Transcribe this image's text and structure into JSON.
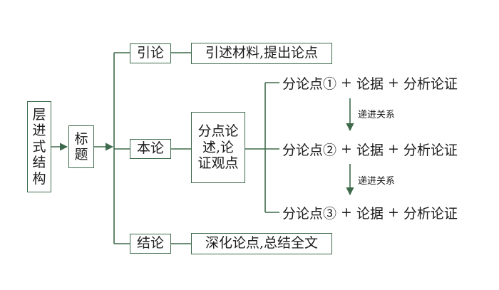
{
  "root": {
    "label_chars": [
      "层",
      "进",
      "式",
      "结",
      "构"
    ]
  },
  "title_box": {
    "label_chars": [
      "标",
      "题"
    ]
  },
  "sections": [
    {
      "name": "引论",
      "desc": "引述材料,提出论点"
    },
    {
      "name": "本论",
      "desc_lines": [
        "分点论",
        "述,论",
        "证观点"
      ]
    },
    {
      "name": "结论",
      "desc": "深化论点,总结全文"
    }
  ],
  "points": [
    {
      "label": "分论点①",
      "plus1": "+",
      "evidence": "论据",
      "plus2": "+",
      "analysis": "分析论证"
    },
    {
      "label": "分论点②",
      "plus1": "+",
      "evidence": "论据",
      "plus2": "+",
      "analysis": "分析论证"
    },
    {
      "label": "分论点③",
      "plus1": "+",
      "evidence": "论据",
      "plus2": "+",
      "analysis": "分析论证"
    }
  ],
  "relations": [
    "递进关系",
    "递进关系"
  ],
  "colors": {
    "line": "#3d6a4a",
    "arrow": "#3d6a4a",
    "text": "#1a1a1a"
  }
}
